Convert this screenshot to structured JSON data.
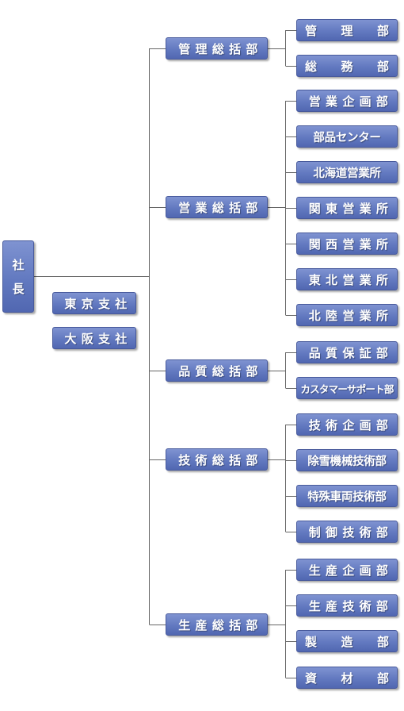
{
  "president": {
    "label": "社長"
  },
  "branches": [
    {
      "label": "東京支社"
    },
    {
      "label": "大阪支社"
    }
  ],
  "divisions": [
    {
      "label": "管理総括部",
      "departments": [
        "管理部",
        "総務部"
      ]
    },
    {
      "label": "営業総括部",
      "departments": [
        "営業企画部",
        "部品センター",
        "北海道営業所",
        "関東営業所",
        "関西営業所",
        "東北営業所",
        "北陸営業所"
      ]
    },
    {
      "label": "品質総括部",
      "departments": [
        "品質保証部",
        "カスタマーサポート部"
      ]
    },
    {
      "label": "技術総括部",
      "departments": [
        "技術企画部",
        "除雪機械技術部",
        "特殊車両技術部",
        "制御技術部"
      ]
    },
    {
      "label": "生産総括部",
      "departments": [
        "生産企画部",
        "生産技術部",
        "製造部",
        "資材部"
      ]
    }
  ],
  "colors": {
    "box_top": "#7f93d1",
    "box_bottom": "#5167b1",
    "box_border": "#47599b",
    "connector": "#666666",
    "text": "#ffffff"
  }
}
